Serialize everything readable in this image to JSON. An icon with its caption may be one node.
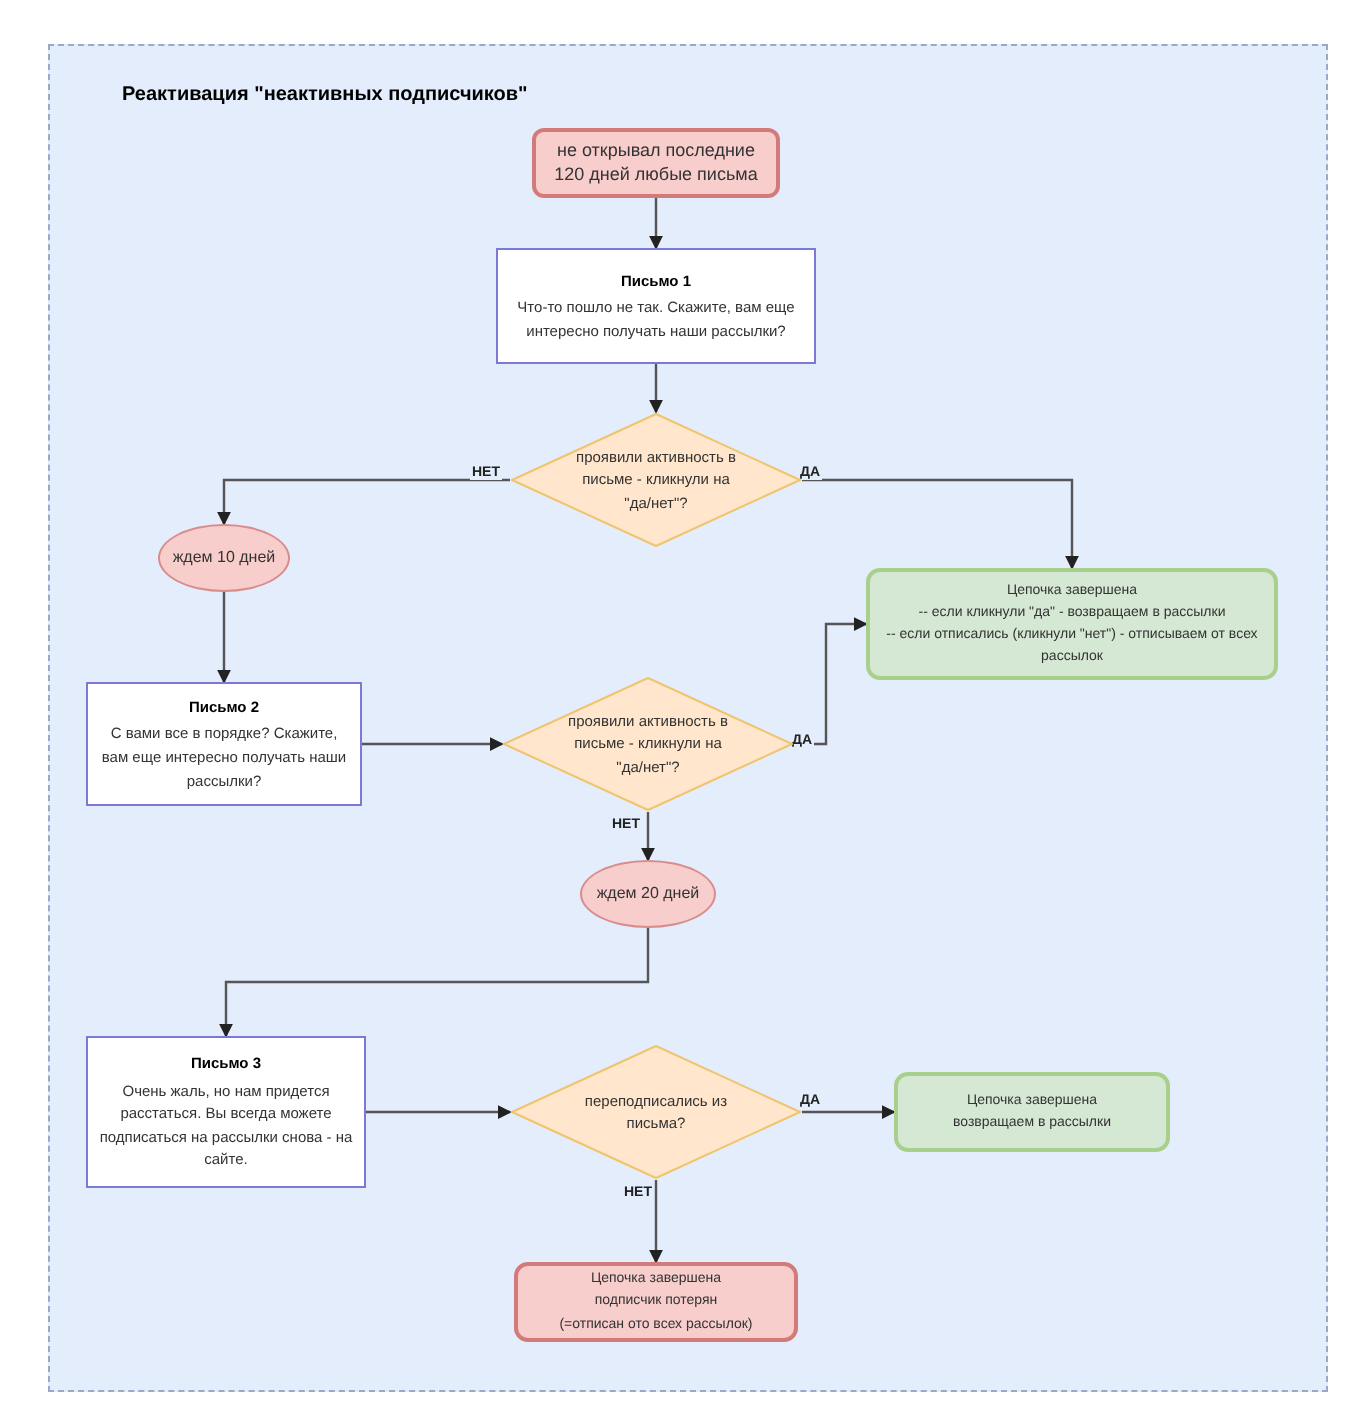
{
  "diagram": {
    "nodes": [
      {
        "text": [
          "Реактивация \"неактивных подписчиков\""
        ]
      },
      {
        "text": [
          "не открывал последние 120 дней любые письма"
        ],
        "in": 0
      },
      {
        "text": [
          "Письмо 1",
          "Что-то пошло не так. Скажите, вам еще интересно получать наши рассылки?"
        ],
        "in": 0
      },
      {
        "text": [
          "проявили активность в письме - кликнули на \"да/нет\"?"
        ],
        "in": 0
      },
      {
        "text": [
          "ждем 10 дней"
        ],
        "in": 0
      },
      {
        "text": [
          "Цепочка завершена",
          "-- если кликнули \"да\" - возвращаем в рассылки",
          "-- если отписались (кликнули \"нет\") - отписываем от всех рассылок"
        ],
        "in": 0
      },
      {
        "text": [
          "Письмо 2",
          "С вами все в порядке? Скажите, вам еще интересно получать наши рассылки?"
        ],
        "in": 0
      },
      {
        "text": [
          "проявили активность в письме - кликнули на \"да/нет\"?"
        ],
        "in": 0
      },
      {
        "text": [
          "ждем 20 дней"
        ],
        "in": 0
      },
      {
        "text": [
          "Письмо 3",
          "Очень жаль, но нам придется расстаться. Вы всегда можете подписаться на рассылки снова - на сайте."
        ],
        "in": 0
      },
      {
        "text": [
          "переподписались из письма?"
        ],
        "in": 0
      },
      {
        "text": [
          "Цепочка завершена",
          "возвращаем в рассылки"
        ],
        "in": 0
      },
      {
        "text": [
          "Цепочка завершена",
          "подписчик потерян",
          "(=отписан ото всех рассылок)"
        ],
        "in": 0
      }
    ],
    "edges": [
      {
        "from": 1,
        "to": 2,
        "arrow": "to"
      },
      {
        "from": 2,
        "to": 3,
        "arrow": "to"
      },
      {
        "from": 3,
        "to": 4,
        "arrow": "to",
        "label": "НЕТ"
      },
      {
        "from": 3,
        "to": 5,
        "arrow": "to",
        "label": "ДА"
      },
      {
        "from": 4,
        "to": 6,
        "arrow": "to"
      },
      {
        "from": 6,
        "to": 7,
        "arrow": "to"
      },
      {
        "from": 7,
        "to": 5,
        "arrow": "to",
        "label": "ДА"
      },
      {
        "from": 7,
        "to": 8,
        "arrow": "to",
        "label": "НЕТ"
      },
      {
        "from": 8,
        "to": 9,
        "arrow": "to"
      },
      {
        "from": 9,
        "to": 10,
        "arrow": "to"
      },
      {
        "from": 10,
        "to": 11,
        "arrow": "to",
        "label": "ДА"
      },
      {
        "from": 10,
        "to": 12,
        "arrow": "to",
        "label": "НЕТ"
      }
    ]
  }
}
